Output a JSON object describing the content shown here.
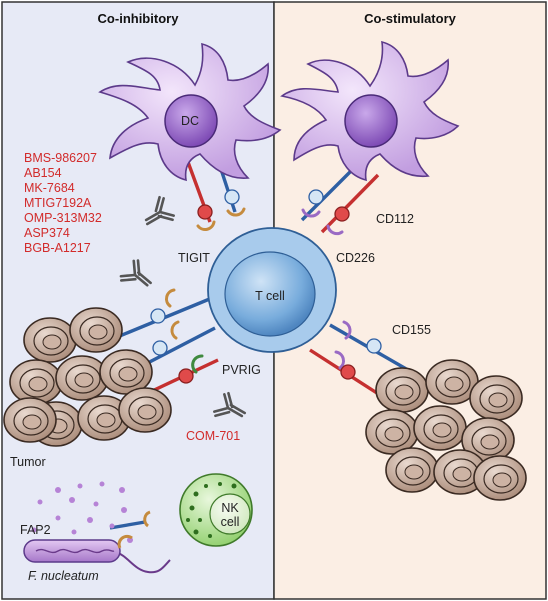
{
  "panels": {
    "left_title": "Co-inhibitory",
    "right_title": "Co-stimulatory"
  },
  "cells": {
    "dc_label": "DC",
    "tcell_label": "T cell",
    "tumor_label": "Tumor",
    "nk_label_line1": "NK",
    "nk_label_line2": "cell",
    "bacterium_label": "F. nucleatum"
  },
  "receptors": {
    "tigit": "TIGIT",
    "cd226": "CD226",
    "pvrig": "PVRIG",
    "cd112": "CD112",
    "cd155": "CD155",
    "fap2": "FAP2"
  },
  "drugs": {
    "tigit_antibodies": [
      "BMS-986207",
      "AB154",
      "MK-7684",
      "MTIG7192A",
      "OMP-313M32",
      "ASP374",
      "BGB-A1217"
    ],
    "pvrig_antibody": "COM-701"
  },
  "colors": {
    "left_bg": "#e6e9f6",
    "right_bg": "#fbeee4",
    "dc": "#c9a6e0",
    "tcell": "#6fa8dc",
    "tumor": "#b89a8a",
    "nk": "#a8d88a",
    "tigit_receptor": "#e8b77a",
    "cd226_receptor": "#b98fd6",
    "pvrig_receptor": "#3f8a3f",
    "cd112_ligand": "#e04a4a",
    "cd155_ligand": "#a9cbe8",
    "drug_text": "#d22b2b"
  }
}
